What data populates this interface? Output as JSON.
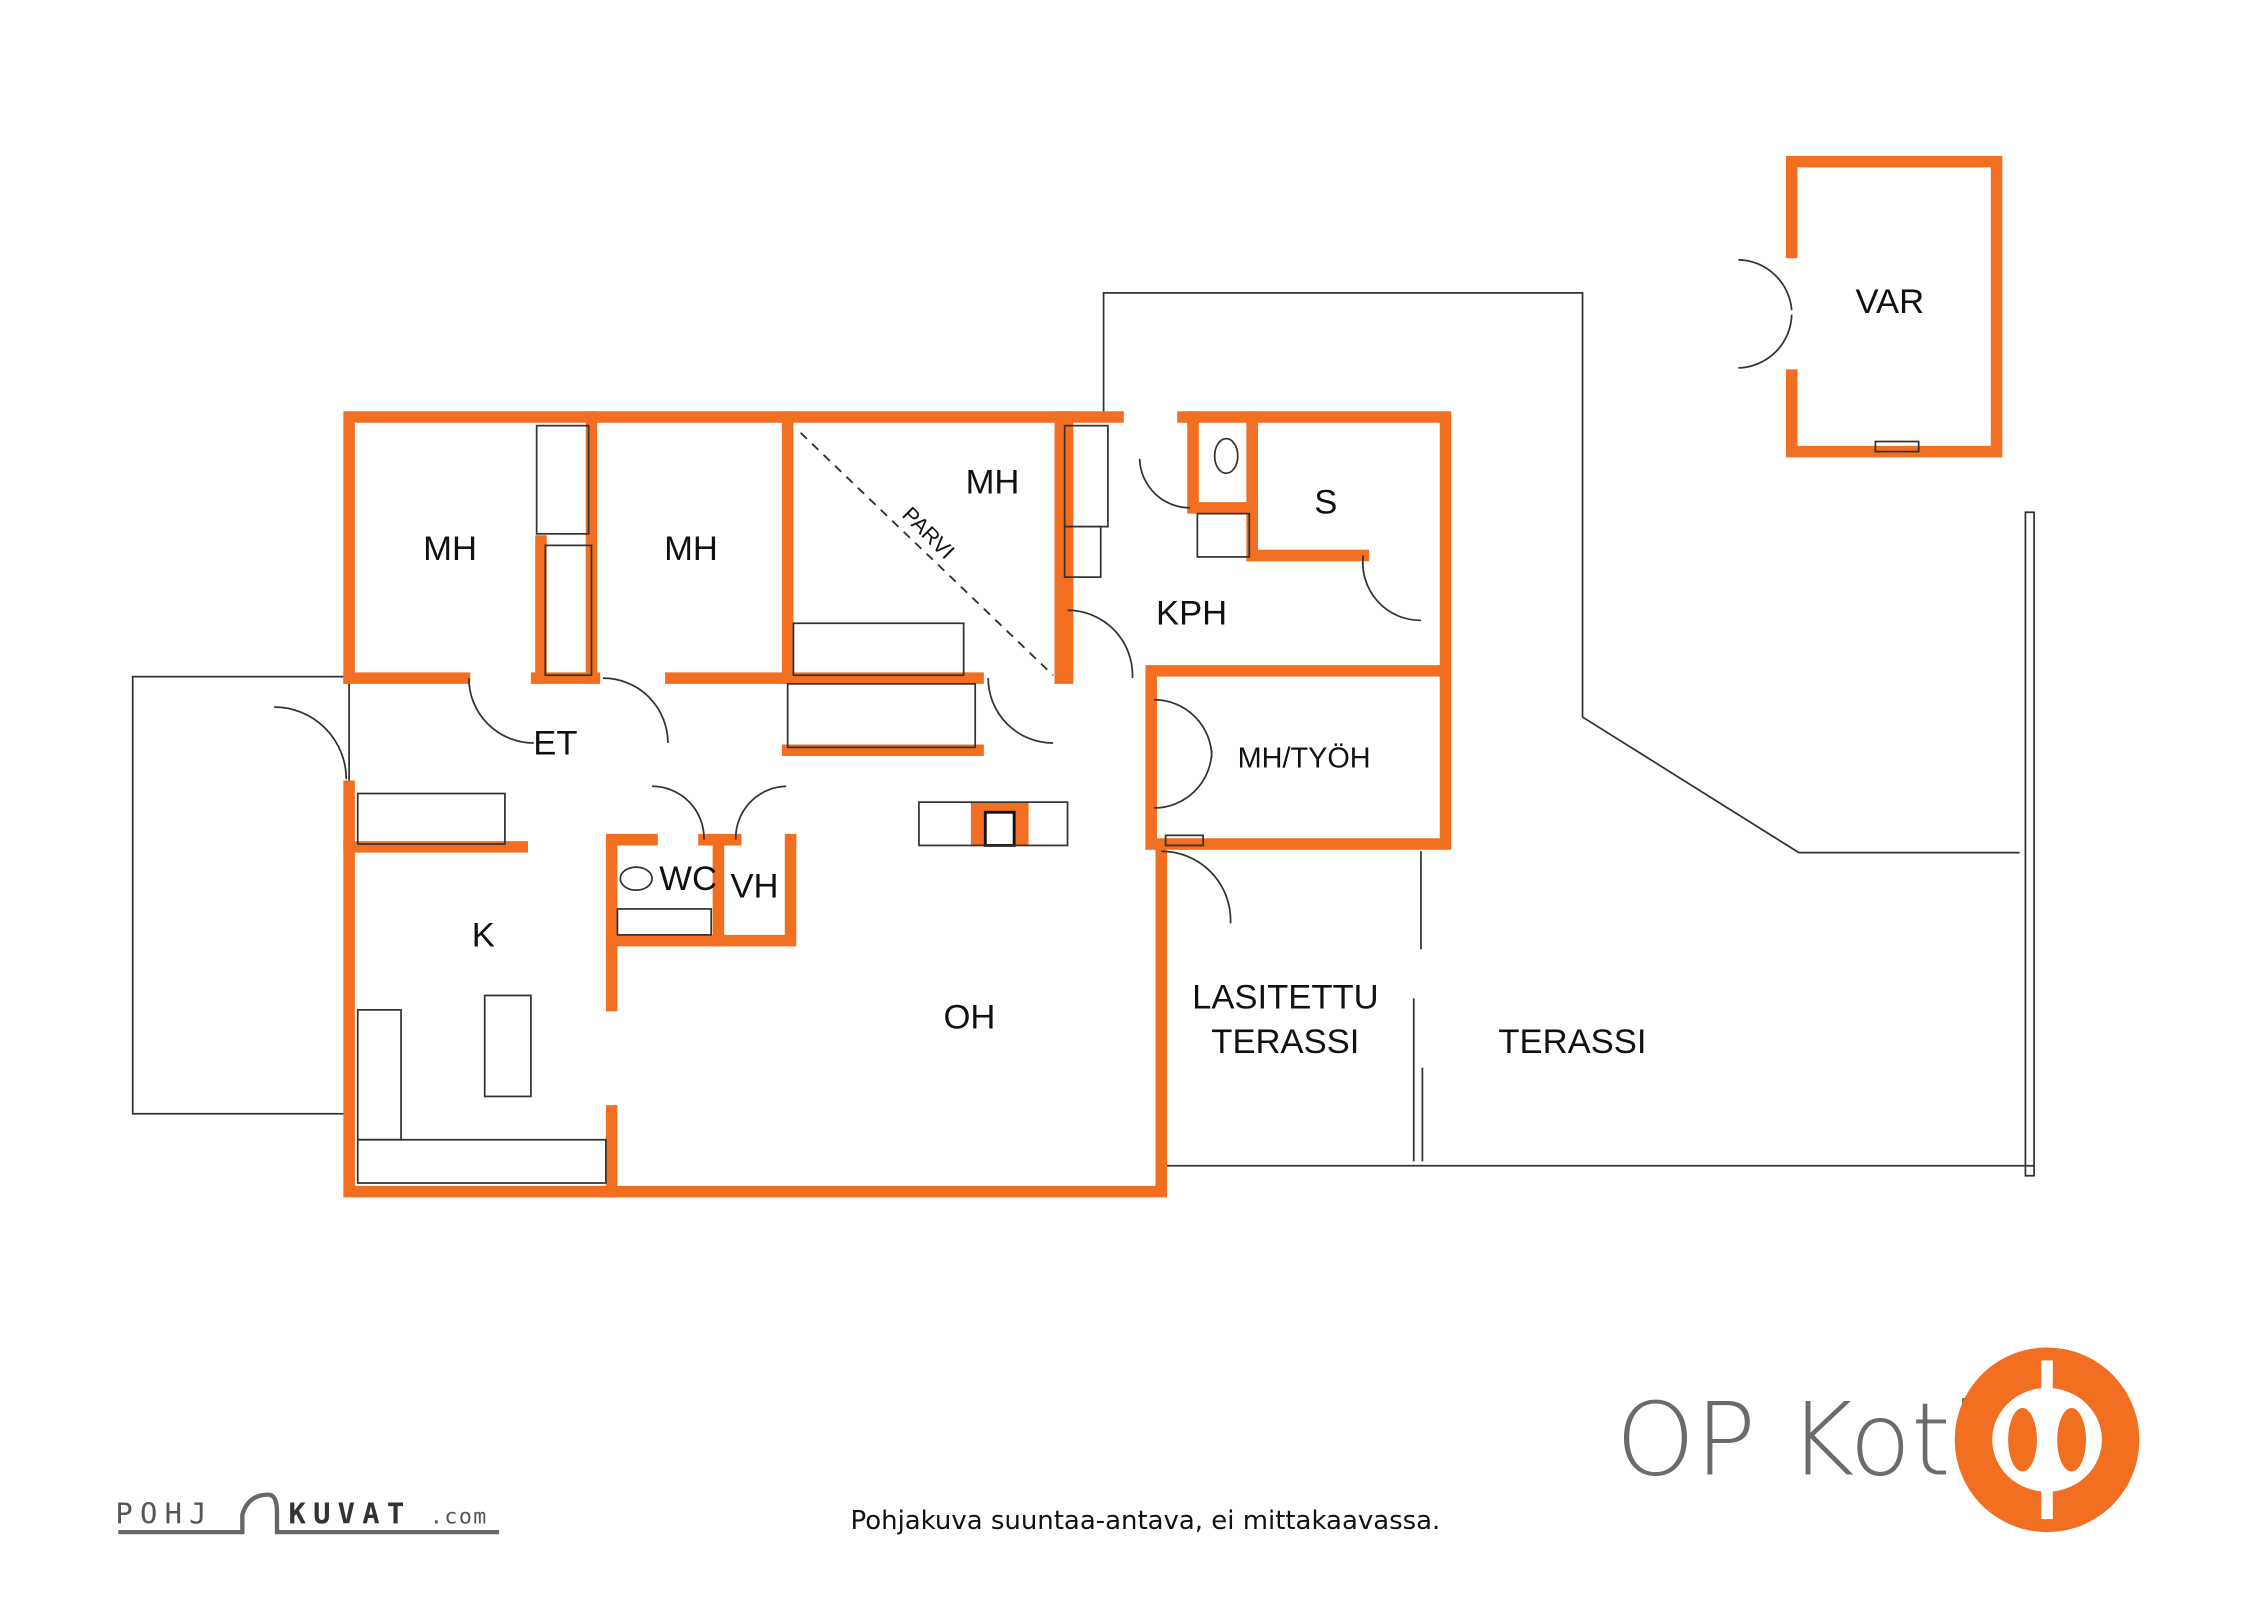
{
  "rooms": {
    "mh1": "MH",
    "mh2": "MH",
    "mh3": "MH",
    "parvi": "PARVI",
    "s": "S",
    "kph": "KPH",
    "et": "ET",
    "mh_tyoh": "MH/TYÖH",
    "wc": "WC",
    "vh": "VH",
    "k": "K",
    "oh": "OH",
    "lasitettu_1": "LASITETTU",
    "lasitettu_2": "TERASSI",
    "terassi": "TERASSI",
    "var": "VAR"
  },
  "footer": {
    "disclaimer": "Pohjakuva suuntaa-antava, ei mittakaavassa.",
    "pohjakuvat_left": "POHJ",
    "pohjakuvat_right": "KUVAT",
    "pohjakuvat_domain": ".com",
    "brand": "OP Koti"
  },
  "colors": {
    "wall": "#f26f21",
    "brand_gray": "#6b6b6b"
  }
}
